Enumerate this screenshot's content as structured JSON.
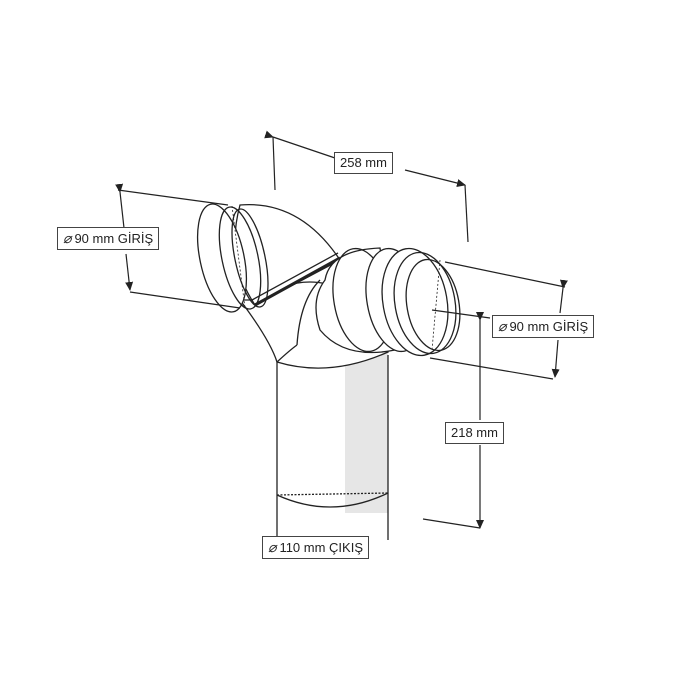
{
  "diagram": {
    "subject": "Y-branch pipe fitting (double elbow)",
    "dimensions": {
      "width": {
        "text": "258 mm"
      },
      "inlet_left": {
        "symbol": "⌀",
        "text": "90 mm GİRİŞ"
      },
      "inlet_right": {
        "symbol": "⌀",
        "text": "90 mm GİRİŞ"
      },
      "height": {
        "text": "218 mm"
      },
      "outlet": {
        "symbol": "⌀",
        "text": "110 mm ÇIKIŞ"
      }
    },
    "colors": {
      "line": "#222222",
      "shade": "#e6e6e6",
      "background": "#ffffff"
    }
  }
}
